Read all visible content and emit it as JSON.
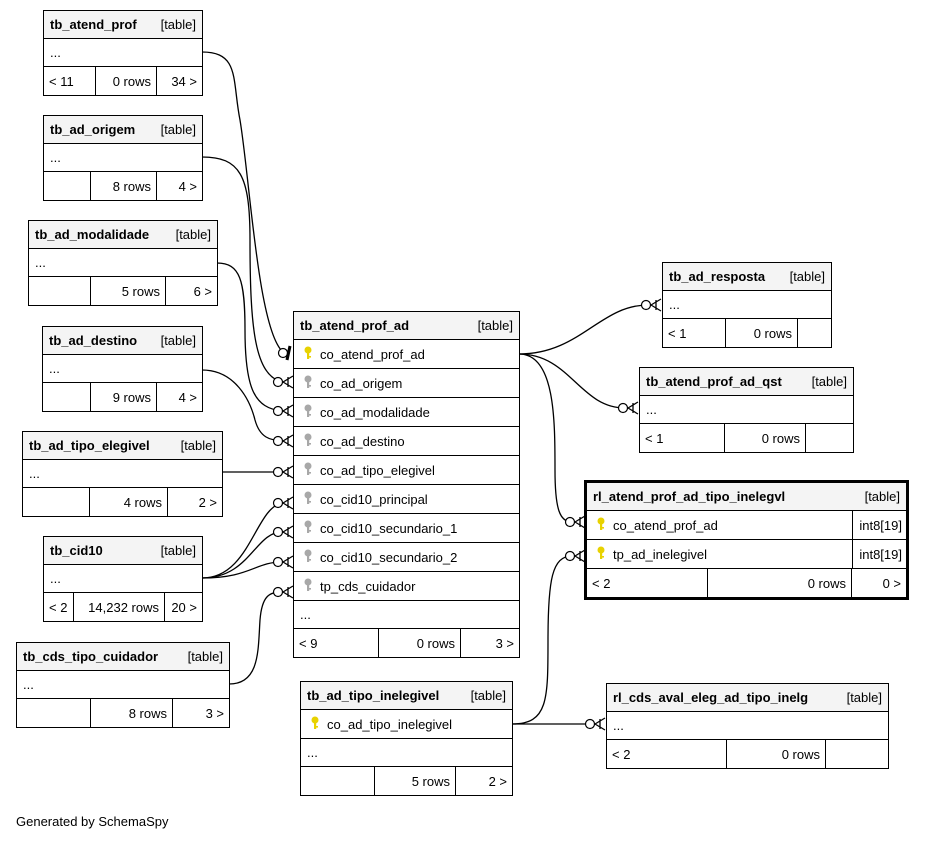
{
  "credit": "Generated by SchemaSpy",
  "tables": {
    "tb_atend_prof": {
      "name": "tb_atend_prof",
      "kind": "[table]",
      "ellipsis": "...",
      "prev": "< 11",
      "rows": "0 rows",
      "next": "34 >"
    },
    "tb_ad_origem": {
      "name": "tb_ad_origem",
      "kind": "[table]",
      "ellipsis": "...",
      "prev": "",
      "rows": "8 rows",
      "next": "4 >"
    },
    "tb_ad_modalidade": {
      "name": "tb_ad_modalidade",
      "kind": "[table]",
      "ellipsis": "...",
      "prev": "",
      "rows": "5 rows",
      "next": "6 >"
    },
    "tb_ad_destino": {
      "name": "tb_ad_destino",
      "kind": "[table]",
      "ellipsis": "...",
      "prev": "",
      "rows": "9 rows",
      "next": "4 >"
    },
    "tb_ad_tipo_elegivel": {
      "name": "tb_ad_tipo_elegivel",
      "kind": "[table]",
      "ellipsis": "...",
      "prev": "",
      "rows": "4 rows",
      "next": "2 >"
    },
    "tb_cid10": {
      "name": "tb_cid10",
      "kind": "[table]",
      "ellipsis": "...",
      "prev": "< 2",
      "rows": "14,232 rows",
      "next": "20 >"
    },
    "tb_cds_tipo_cuidador": {
      "name": "tb_cds_tipo_cuidador",
      "kind": "[table]",
      "ellipsis": "...",
      "prev": "",
      "rows": "8 rows",
      "next": "3 >"
    },
    "tb_atend_prof_ad": {
      "name": "tb_atend_prof_ad",
      "kind": "[table]",
      "ellipsis": "...",
      "prev": "< 9",
      "rows": "0 rows",
      "next": "3 >",
      "columns": [
        "co_atend_prof_ad",
        "co_ad_origem",
        "co_ad_modalidade",
        "co_ad_destino",
        "co_ad_tipo_elegivel",
        "co_cid10_principal",
        "co_cid10_secundario_1",
        "co_cid10_secundario_2",
        "tp_cds_cuidador"
      ]
    },
    "tb_ad_resposta": {
      "name": "tb_ad_resposta",
      "kind": "[table]",
      "ellipsis": "...",
      "prev": "< 1",
      "rows": "0 rows",
      "next": ""
    },
    "tb_atend_prof_ad_qst": {
      "name": "tb_atend_prof_ad_qst",
      "kind": "[table]",
      "ellipsis": "...",
      "prev": "< 1",
      "rows": "0 rows",
      "next": ""
    },
    "rl_atend_prof_ad_tipo_inelegvl": {
      "name": "rl_atend_prof_ad_tipo_inelegvl",
      "kind": "[table]",
      "prev": "< 2",
      "rows": "0 rows",
      "next": "0 >",
      "columns": [
        {
          "name": "co_atend_prof_ad",
          "type": "int8[19]"
        },
        {
          "name": "tp_ad_inelegivel",
          "type": "int8[19]"
        }
      ]
    },
    "tb_ad_tipo_inelegivel": {
      "name": "tb_ad_tipo_inelegivel",
      "kind": "[table]",
      "ellipsis": "...",
      "prev": "",
      "rows": "5 rows",
      "next": "2 >",
      "columns": [
        "co_ad_tipo_inelegivel"
      ]
    },
    "rl_cds_aval_eleg_ad_tipo_inelg": {
      "name": "rl_cds_aval_eleg_ad_tipo_inelg",
      "kind": "[table]",
      "ellipsis": "...",
      "prev": "< 2",
      "rows": "0 rows",
      "next": ""
    }
  },
  "colors": {
    "primary_key": "#e8d200",
    "foreign_key": "#a8a8a8",
    "line": "#000000",
    "header_bg": "#f4f4f4"
  }
}
